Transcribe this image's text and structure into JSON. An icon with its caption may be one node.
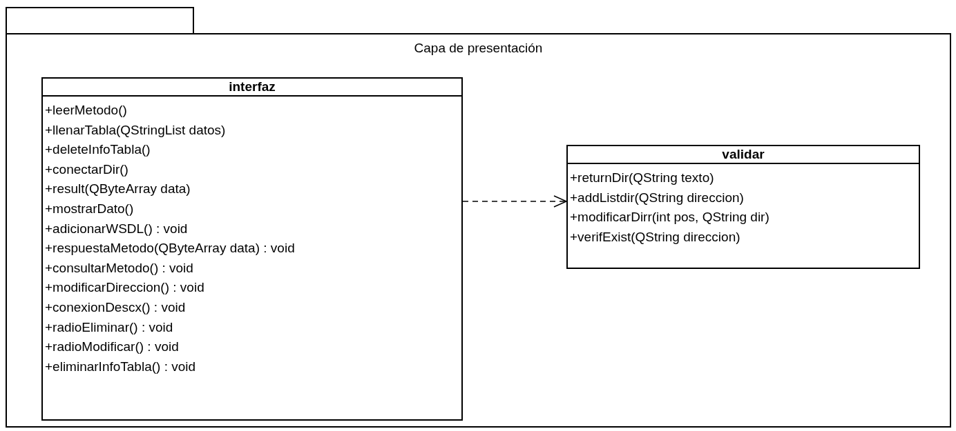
{
  "diagram": {
    "nodes": [
      {
        "text": [
          "Capa de presentación"
        ]
      },
      {
        "text": [
          "interfaz",
          "+leerMetodo()",
          "+llenarTabla(QStringList datos)",
          "+deleteInfoTabla()",
          "+conectarDir()",
          "+result(QByteArray data)",
          "+mostrarDato()",
          "+adicionarWSDL() : void",
          "+respuestaMetodo(QByteArray data) : void",
          "+consultarMetodo() : void",
          "+modificarDireccion() : void",
          "+conexionDescx() : void",
          "+radioEliminar() : void",
          "+radioModificar() : void",
          "+eliminarInfoTabla() : void"
        ],
        "in": 0
      },
      {
        "text": [
          "validar",
          "+returnDir(QString texto)",
          "+addListdir(QString direccion)",
          "+modificarDirr(int pos, QString dir)",
          "+verifExist(QString direccion)"
        ],
        "in": 0
      }
    ],
    "edges": [
      {
        "from": 1,
        "to": 2,
        "arrow": "to",
        "style": "dashed"
      }
    ]
  }
}
